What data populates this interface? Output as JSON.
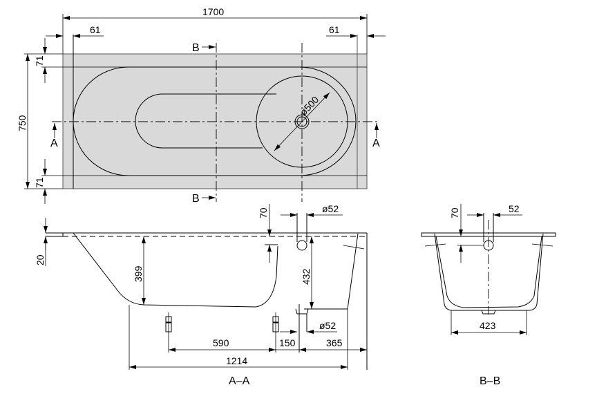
{
  "drawing": {
    "title": "Bathtub technical drawing",
    "colors": {
      "line": "#000000",
      "fill": "#d9d9d9",
      "background": "#ffffff"
    },
    "top_view": {
      "overall_length": "1700",
      "rim_left": "61",
      "rim_right": "61",
      "overall_width": "750",
      "rim_top": "71",
      "rim_bottom": "71",
      "basin_diameter": "ø500",
      "section_a_left": "A",
      "section_a_right": "A",
      "section_b_top": "B",
      "section_b_bottom": "B"
    },
    "section_aa": {
      "label": "A–A",
      "rim_thickness": "20",
      "depth_left": "399",
      "overflow_offset": "70",
      "overflow_diameter": "ø52",
      "depth_drain": "432",
      "drain_diameter": "ø52",
      "feet_spacing": "590",
      "foot_to_drain": "150",
      "drain_to_end": "365",
      "base_length": "1214"
    },
    "section_bb": {
      "label": "B–B",
      "overflow_offset": "70",
      "overflow_width": "52",
      "base_width": "423"
    }
  }
}
